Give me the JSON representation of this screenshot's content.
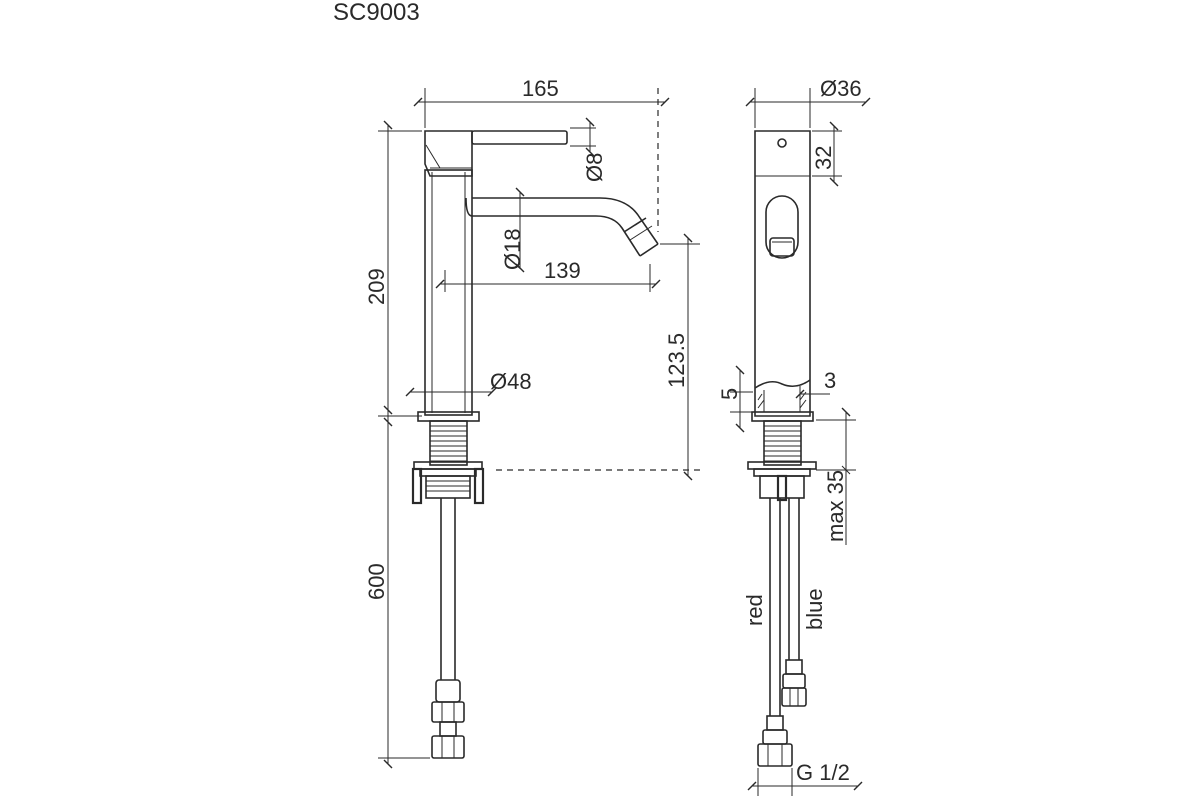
{
  "title": "SC9003",
  "front_view": {
    "dims": {
      "width_overall": "165",
      "lever_dia": "Ø8",
      "spout_dia": "Ø18",
      "spout_reach": "139",
      "body_dia": "Ø48",
      "spout_height": "123.5",
      "body_height": "209",
      "hose_length": "600"
    }
  },
  "side_view": {
    "dims": {
      "body_dia": "Ø36",
      "top_offset": "32",
      "wall_a": "5",
      "wall_b": "3",
      "deck_thickness": "max 35",
      "connection": "G 1/2"
    },
    "hoses": {
      "hot": "red",
      "cold": "blue"
    }
  }
}
